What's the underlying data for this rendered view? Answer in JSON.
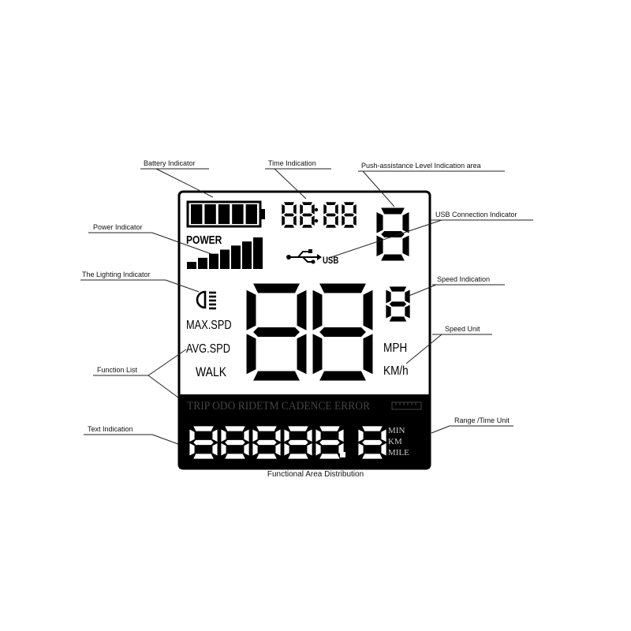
{
  "callouts": {
    "battery_indicator": "Battery Indicator",
    "time_indication": "Time Indication",
    "push_assist": "Push-assistance Level Indication area",
    "usb_connection": "USB Connection Indicator",
    "power_indicator": "Power Indicator",
    "lighting_indicator": "The Lighting Indicator",
    "speed_indication": "Speed Indication",
    "speed_unit": "Speed Unit",
    "function_list": "Function List",
    "text_indication": "Text Indication",
    "range_time_unit": "Range /Time Unit"
  },
  "caption": "Functional Area Distribution",
  "lcd": {
    "power_label": "POWER",
    "usb_label": "USB",
    "max_spd": "MAX.SPD",
    "avg_spd": "AVG.SPD",
    "walk": "WALK",
    "mph": "MPH",
    "kmh": "KM/h",
    "function_bar": "TRIP ODO RIDETM CADENCE ERROR",
    "units": {
      "min": "MIN",
      "km": "KM",
      "mile": "MILE"
    },
    "battery_segments": 5,
    "power_bars": 7,
    "time_digits": [
      "8",
      "8",
      "8",
      "8"
    ],
    "assist_digit": "8",
    "speed_digits": [
      "8",
      "8"
    ],
    "speed_decimal_digit": "8",
    "text_digits": [
      "8",
      "8",
      "8",
      "8",
      "8",
      "8"
    ]
  },
  "colors": {
    "lcd_black": "#000000",
    "background": "#ffffff",
    "line": "#222222"
  }
}
